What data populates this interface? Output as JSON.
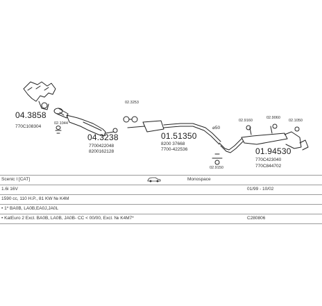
{
  "parts": {
    "manifold": {
      "number": "04.3858",
      "ref": "770C108304"
    },
    "gasket_a": {
      "ref": "02.1044"
    },
    "catalyst": {
      "number": "04.3238",
      "refs": [
        "7700422048",
        "8200162128"
      ]
    },
    "clamp_a": {
      "ref": "02.3253"
    },
    "middle_silencer": {
      "number": "01.51350",
      "refs": [
        "8200 37668",
        "7700-422536"
      ]
    },
    "pipe_diameter": {
      "label": "⌀50"
    },
    "rubber_a": {
      "ref": "02.9150"
    },
    "rubber_b": {
      "ref": "02.9160"
    },
    "rubber_c": {
      "ref": "02.9060"
    },
    "rubber_d": {
      "ref": "02.1050"
    },
    "rear_silencer": {
      "number": "01.94530",
      "refs": [
        "770C423040",
        "770C844702"
      ]
    }
  },
  "info": {
    "rows": [
      {
        "model": "Scenic I [CAT]",
        "mid": "",
        "note": "Monospace",
        "dates": ""
      },
      {
        "model": "1.6i 16V",
        "mid": "",
        "note": "",
        "dates": "01/99 - 10/02"
      },
      {
        "model": "1590 cc, 110 H.P., 81 KW № K4M",
        "mid": "",
        "note": "",
        "dates": ""
      },
      {
        "model": "• 1* BA0B, LA0B,EA0J,JA0L",
        "mid": "",
        "note": "",
        "dates": ""
      },
      {
        "model": "• KatEuro 2 Excl. BA0B, LA0B, JA0B- CC < 00/00, Excl. № K4M7*",
        "mid": "",
        "note": "C280806",
        "dates": ""
      }
    ]
  },
  "colors": {
    "line": "#222222",
    "rule": "#9a9a9a"
  },
  "icons": {
    "car": "car-icon"
  }
}
